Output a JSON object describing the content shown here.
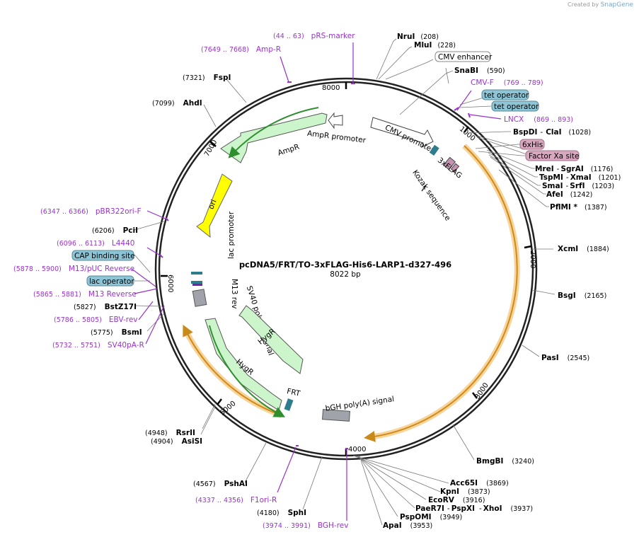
{
  "credit": {
    "prefix": "Created by",
    "brand": "SnapGene"
  },
  "plasmid": {
    "name": "pcDNA5/FRT/TO-3xFLAG-His6-LARP1-d327-496",
    "length": "8022 bp"
  },
  "ticks": [
    "1000",
    "2000",
    "3000",
    "4000",
    "5000",
    "6000",
    "7000",
    "8000"
  ],
  "enzymes": [
    {
      "name": "NruI",
      "pos": "(208)"
    },
    {
      "name": "MluI",
      "pos": "(228)"
    },
    {
      "name": "SnaBI",
      "pos": "(590)"
    },
    {
      "name": "BspDI",
      "sep": "-",
      "name2": "ClaI",
      "pos": "(1028)"
    },
    {
      "name": "MreI",
      "sep": "-",
      "name2": "SgrAI",
      "pos": "(1176)"
    },
    {
      "name": "TspMI",
      "sep": "-",
      "name2": "XmaI",
      "pos": "(1201)"
    },
    {
      "name": "SmaI",
      "sep": "-",
      "name2": "SrfI",
      "pos": "(1203)"
    },
    {
      "name": "AfeI",
      "pos": "(1242)"
    },
    {
      "name": "PflMI *",
      "pos": "(1387)"
    },
    {
      "name": "XcmI",
      "pos": "(1884)"
    },
    {
      "name": "BsgI",
      "pos": "(2165)"
    },
    {
      "name": "PasI",
      "pos": "(2545)"
    },
    {
      "name": "BmgBI",
      "pos": "(3240)"
    },
    {
      "name": "Acc65I",
      "pos": "(3869)"
    },
    {
      "name": "KpnI",
      "pos": "(3873)"
    },
    {
      "name": "EcoRV",
      "pos": "(3916)"
    },
    {
      "name": "PaeR7I",
      "sep": "-",
      "name2": "PspXI",
      "sep2": "-",
      "name3": "XhoI",
      "pos": "(3937)"
    },
    {
      "name": "PspOMI",
      "pos": "(3949)"
    },
    {
      "name": "ApaI",
      "pos": "(3953)"
    },
    {
      "name": "SphI",
      "pos": "(4180)"
    },
    {
      "name": "PshAI",
      "pos": "(4567)"
    },
    {
      "name": "AsiSI",
      "pos": "(4904)"
    },
    {
      "name": "RsrII",
      "pos": "(4948)"
    },
    {
      "name": "BsmI",
      "pos": "(5775)"
    },
    {
      "name": "BstZ17I",
      "pos": "(5827)"
    },
    {
      "name": "PciI",
      "pos": "(6206)"
    },
    {
      "name": "AhdI",
      "pos": "(7099)"
    },
    {
      "name": "FspI",
      "pos": "(7321)"
    }
  ],
  "primers": [
    {
      "name": "pRS-marker",
      "pos": "(44 .. 63)"
    },
    {
      "name": "Amp-R",
      "pos": "(7649 .. 7668)"
    },
    {
      "name": "CMV-F",
      "pos": "(769 .. 789)"
    },
    {
      "name": "LNCX",
      "pos": "(869 .. 893)"
    },
    {
      "name": "pBR322ori-F",
      "pos": "(6347 .. 6366)"
    },
    {
      "name": "L4440",
      "pos": "(6096 .. 6113)"
    },
    {
      "name": "M13/pUC Reverse",
      "pos": "(5878 .. 5900)"
    },
    {
      "name": "M13 Reverse",
      "pos": "(5865 .. 5881)"
    },
    {
      "name": "EBV-rev",
      "pos": "(5786 .. 5805)"
    },
    {
      "name": "SV40pA-R",
      "pos": "(5732 .. 5751)"
    },
    {
      "name": "F1ori-R",
      "pos": "(4337 .. 4356)"
    },
    {
      "name": "BGH-rev",
      "pos": "(3974 .. 3991)"
    }
  ],
  "boxed_features": [
    {
      "name": "CMV enhancer",
      "style": "white"
    },
    {
      "name": "tet operator",
      "style": "blue"
    },
    {
      "name": "tet operator",
      "style": "blue"
    },
    {
      "name": "6xHis",
      "style": "pink"
    },
    {
      "name": "Factor Xa site",
      "style": "pink"
    },
    {
      "name": "CAP binding site",
      "style": "blue"
    },
    {
      "name": "lac operator",
      "style": "blue"
    }
  ],
  "features": {
    "ampr_promoter": "AmpR promoter",
    "ampr": "AmpR",
    "ori": "ori",
    "cmv_promoter": "CMV promoter",
    "flag": "3xFLAG",
    "kozak": "Kozak sequence",
    "lac_promoter": "lac promoter",
    "m13_rev": "M13 rev",
    "sv40": "SV40 poly(A) signal",
    "hygr_inner": "HygR",
    "hygr_outer": "HygR",
    "frt": "FRT",
    "bgh": "bGH poly(A) signal"
  },
  "colors": {
    "primer": "#9933cc",
    "backbone": "#222222",
    "resistance_fill": "#ccf5cc",
    "resistance_stroke": "#2f8f2f",
    "ori_fill": "#ffff00",
    "highlight": "#f7c877",
    "promoter_fill": "#ffffff",
    "gray_feature": "#a0a4aa",
    "teal": "#2e7d8c",
    "blue_box": "#8ec5d6",
    "pink_box": "#d9a7c0"
  }
}
